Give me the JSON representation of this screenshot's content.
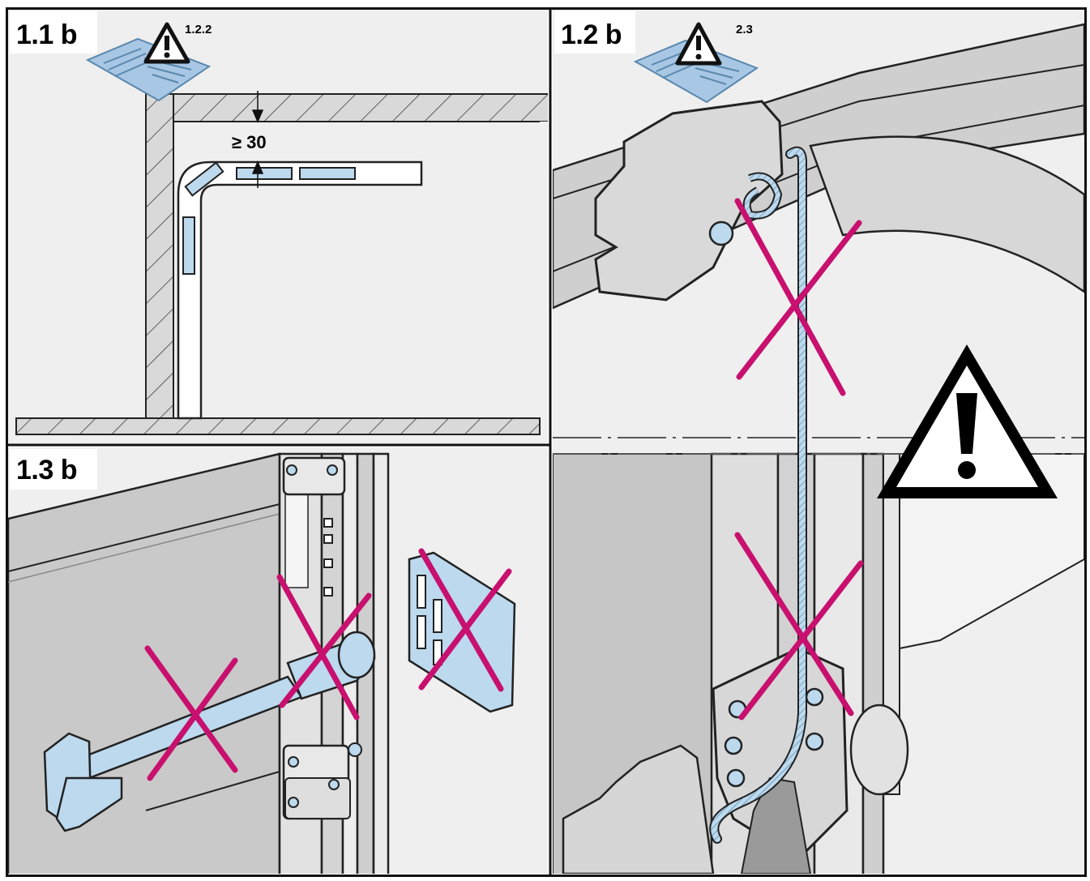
{
  "panels": {
    "p11": {
      "label": "1.1 b",
      "ref": "1.2.2",
      "dimension": "≥ 30"
    },
    "p12": {
      "label": "1.2 b",
      "ref": "2.3"
    },
    "p13": {
      "label": "1.3 b"
    }
  },
  "colors": {
    "frame": "#111111",
    "panel_bg": "#efefef",
    "part_blue": "#bcd9ee",
    "cross_magenta": "#c8106e",
    "hatch": "#d6d6d6",
    "warning_yellow_free": "#ffffff"
  },
  "icons": [
    "manual-warning-icon",
    "warning-triangle-icon",
    "prohibited-cross-icon"
  ]
}
